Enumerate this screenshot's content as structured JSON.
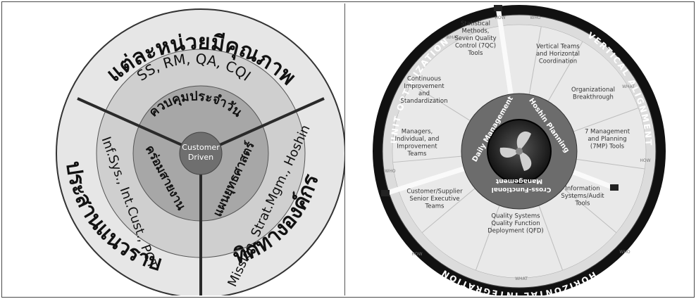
{
  "left_diagram": {
    "center": "Customer Driven",
    "center_line1": "Customer",
    "center_line2": "Driven",
    "outer_top": "แต่ละหน่วยมีคุณภาพ",
    "outer_left": "ประสานแนวราบ",
    "outer_right": "ทิศทางองค์กร",
    "middle_top": "SS, RM, QA, CQI",
    "middle_left": "Inf.Sys., Int.Cust., PCT",
    "middle_right": "Mission, Strat.Mgm., Hoshin",
    "inner_top": "ควบคุมประจำวัน",
    "inner_left": "คร่อมสายงาน",
    "inner_right": "แผนยุทธศาสตร์"
  },
  "right_diagram": {
    "outer_ring": {
      "unit_optimization": "UNIT OPTIMIZATION",
      "vertical_alignment": "VERTICAL ALIGNMENT",
      "horizontal_integration": "HORIZONTAL INTEGRATION"
    },
    "small_labels": {
      "how": "HOW",
      "who": "WHO",
      "what": "WHAT"
    },
    "segments": [
      {
        "id": "statistical",
        "lines": [
          "Statistical",
          "Methods,",
          "Seven Quality",
          "Control (7QC)",
          "Tools"
        ]
      },
      {
        "id": "vertical-teams",
        "lines": [
          "Vertical Teams",
          "and Horizontal",
          "Coordination"
        ]
      },
      {
        "id": "org-breakthrough",
        "lines": [
          "Organizational",
          "Breakthrough"
        ]
      },
      {
        "id": "seven-mp",
        "lines": [
          "7 Management",
          "and Planning",
          "(7MP) Tools"
        ]
      },
      {
        "id": "info-systems",
        "lines": [
          "Information",
          "Systems/Audit",
          "Tools"
        ]
      },
      {
        "id": "qfd",
        "lines": [
          "Quality Systems",
          "Quality Function",
          "Deployment (QFD)"
        ]
      },
      {
        "id": "customer-supplier",
        "lines": [
          "Customer/Supplier",
          "Senior Executive",
          "Teams"
        ]
      },
      {
        "id": "managers",
        "lines": [
          "Managers,",
          "Individual, and",
          "Improvement",
          "Teams"
        ]
      },
      {
        "id": "continuous",
        "lines": [
          "Continuous",
          "Improvement",
          "and",
          "Standardization"
        ]
      }
    ],
    "inner_ring": {
      "daily_management": "Daily Management",
      "hoshin_planning": "Hoshin Planning",
      "cross_functional_1": "Cross-Functional",
      "cross_functional_2": "Management"
    }
  }
}
